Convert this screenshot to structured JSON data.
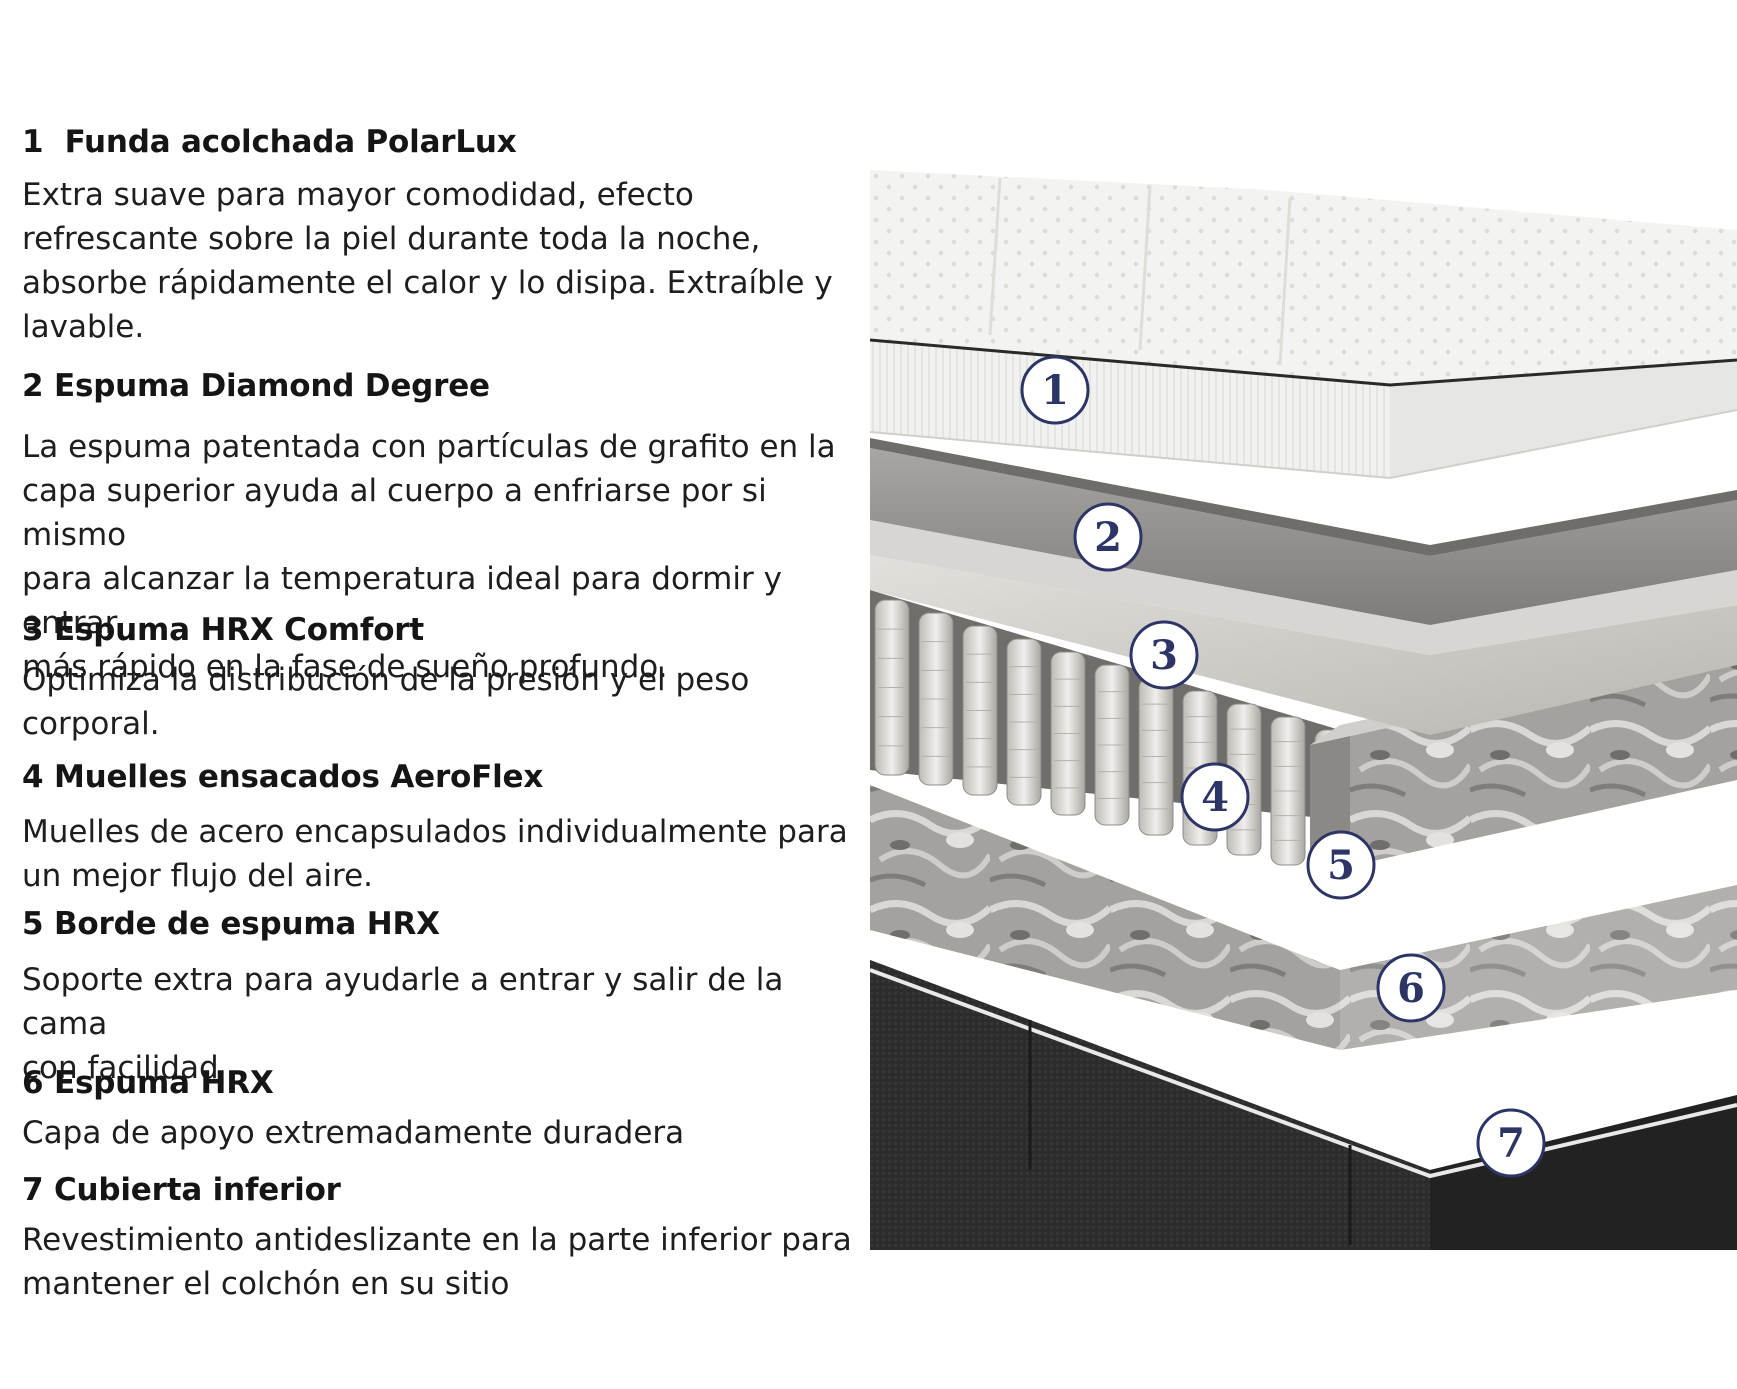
{
  "layers": [
    {
      "number": "1",
      "title": "Funda acolchada PolarLux",
      "description_lines": [
        "Extra suave para mayor comodidad, efecto",
        "refrescante sobre la piel durante toda la noche,",
        "absorbe rápidamente el calor y lo disipa. Extraíble y",
        "lavable."
      ]
    },
    {
      "number": "2",
      "title": "Espuma Diamond Degree",
      "description_lines": [
        "La espuma patentada con partículas de grafito en la",
        "capa superior ayuda al cuerpo a enfriarse por si mismo",
        "para alcanzar la temperatura ideal para dormir y entrar",
        "más rápido en la fase de sueño profundo."
      ]
    },
    {
      "number": "3",
      "title": "Espuma HRX Comfort",
      "description_lines": [
        "Optimiza la distribución de la presión y el peso",
        "corporal."
      ]
    },
    {
      "number": "4",
      "title": "Muelles ensacados AeroFlex",
      "description_lines": [
        "Muelles de acero encapsulados individualmente para",
        "un mejor flujo del aire."
      ]
    },
    {
      "number": "5",
      "title": "Borde de espuma HRX",
      "description_lines": [
        "Soporte extra para ayudarle a entrar y salir de la cama",
        "con facilidad"
      ]
    },
    {
      "number": "6",
      "title": "Espuma HRX",
      "description_lines": [
        "Capa de apoyo extremadamente duradera"
      ]
    },
    {
      "number": "7",
      "title": "Cubierta inferior",
      "description_lines": [
        "Revestimiento antideslizante en la parte inferior para",
        "mantener el colchón en su sitio"
      ]
    }
  ],
  "badges": [
    "1",
    "2",
    "3",
    "4",
    "5",
    "6",
    "7"
  ],
  "colors": {
    "text": "#1c1c1c",
    "badge_border": "#2d3466",
    "badge_fill": "#ffffff",
    "cover_white": "#f1f1ef",
    "graphite_layer": "#8f8e8b",
    "foam_gray": "#c9c7c2",
    "marble_gray": "#9b9a97",
    "bottom_cover": "#2a2a2a"
  },
  "icons": {
    "badge": "numbered-circle-icon"
  }
}
